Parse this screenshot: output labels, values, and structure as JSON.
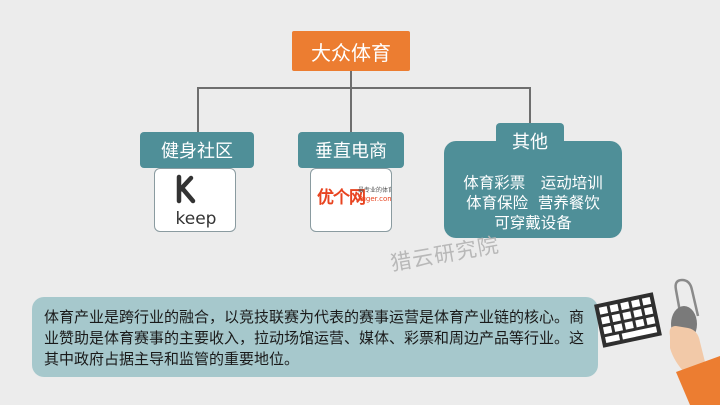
{
  "diagram": {
    "root": {
      "label": "大众体育"
    },
    "categories": [
      {
        "label": "健身社区",
        "logo": {
          "name": "keep-logo",
          "text": "keep"
        }
      },
      {
        "label": "垂直电商",
        "logo": {
          "name": "yougou-logo",
          "text_main": "优个网",
          "text_small": "最专业的体育",
          "text_url": "Yuger.com"
        }
      },
      {
        "label": "其他",
        "items": [
          "体育彩票　运动培训",
          "体育保险  营养餐饮",
          "可穿戴设备"
        ]
      }
    ],
    "summary": "体育产业是跨行业的融合，以竞技联赛为代表的赛事运营是体育产业链的核心。商业赞助是体育赛事的主要收入，拉动场馆运营、媒体、彩票和周边产品等行业。这其中政府占据主导和监管的重要地位。"
  },
  "watermark": "猎云研究院",
  "colors": {
    "root": "#ec7d31",
    "category": "#4f8f98",
    "summary_bg": "#a6c8cc",
    "background": "#ececec",
    "connector": "#6e6e6e"
  }
}
